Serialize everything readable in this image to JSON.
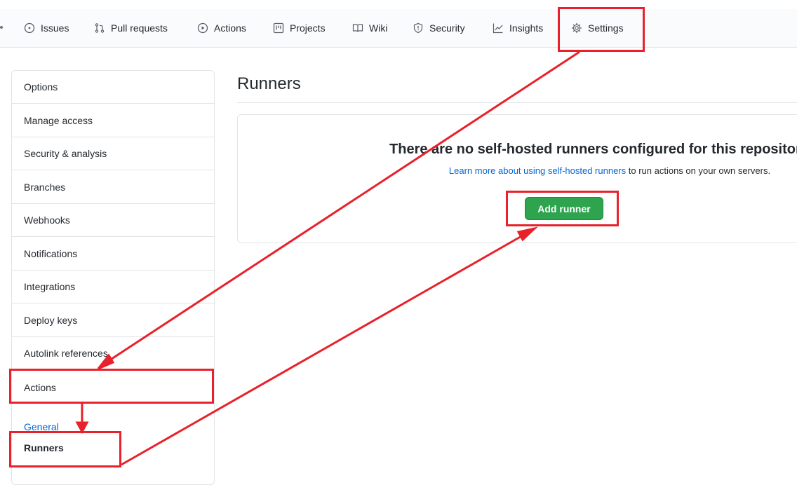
{
  "nav": {
    "items": [
      {
        "label": "Issues",
        "icon": "issue-opened-icon"
      },
      {
        "label": "Pull requests",
        "icon": "git-pull-request-icon"
      },
      {
        "label": "Actions",
        "icon": "play-icon"
      },
      {
        "label": "Projects",
        "icon": "project-icon"
      },
      {
        "label": "Wiki",
        "icon": "book-icon"
      },
      {
        "label": "Security",
        "icon": "shield-icon"
      },
      {
        "label": "Insights",
        "icon": "graph-icon"
      },
      {
        "label": "Settings",
        "icon": "gear-icon"
      }
    ]
  },
  "sidebar": {
    "items": [
      "Options",
      "Manage access",
      "Security & analysis",
      "Branches",
      "Webhooks",
      "Notifications",
      "Integrations",
      "Deploy keys",
      "Autolink references",
      "Actions"
    ],
    "subitems": [
      "General",
      "Runners"
    ]
  },
  "main": {
    "title": "Runners",
    "blankslate": {
      "heading": "There are no self-hosted runners configured for this repository.",
      "link_text": "Learn more about using self-hosted runners",
      "text_suffix": " to run actions on your own servers."
    },
    "add_button": "Add runner"
  },
  "colors": {
    "annotation": "#e8212a",
    "primary_button": "#2ea44f",
    "link": "#0366d6"
  }
}
